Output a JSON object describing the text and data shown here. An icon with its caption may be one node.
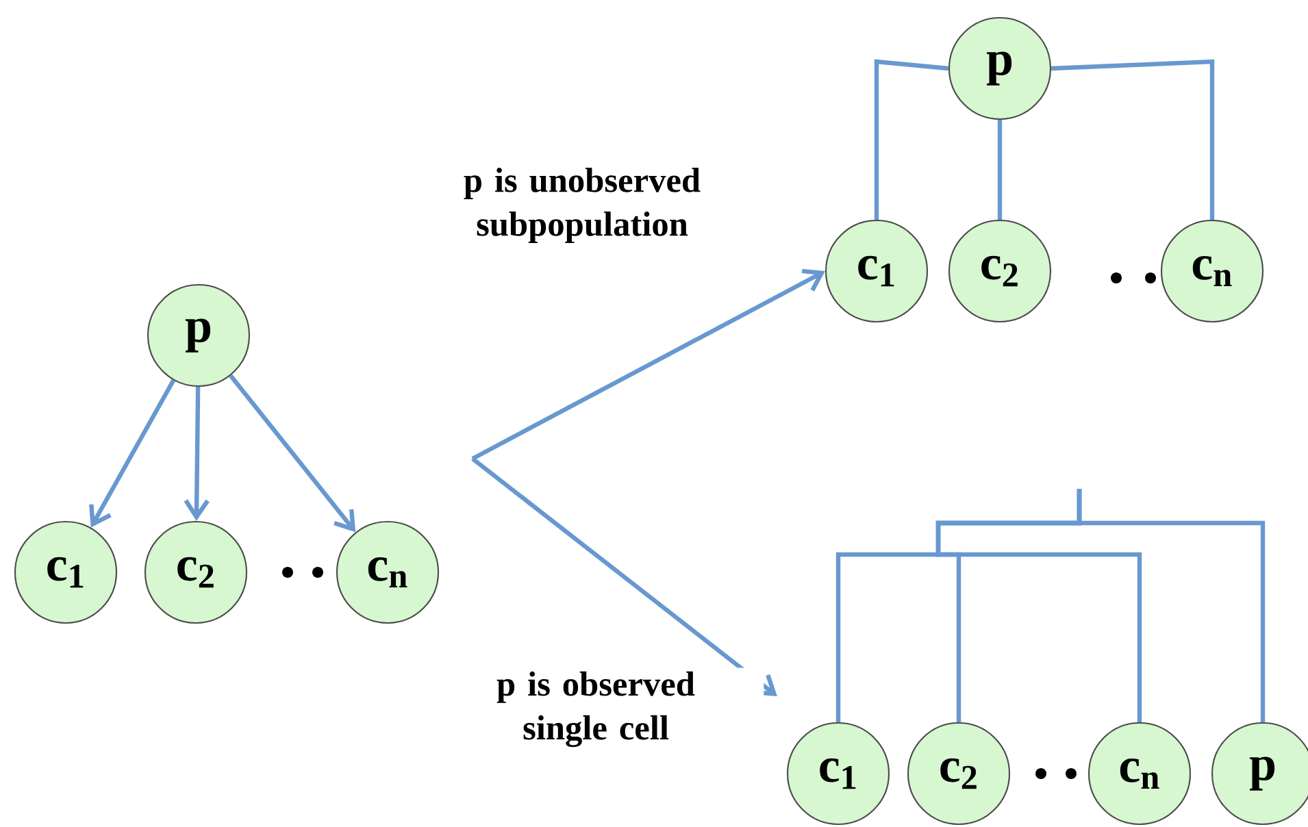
{
  "diagram": {
    "nodes": [
      {
        "text": [
          "p"
        ]
      },
      {
        "text": [
          "c$_{1}$"
        ]
      },
      {
        "text": [
          "c$_{2}$"
        ]
      },
      {
        "text": [
          "c$_{n}$"
        ]
      },
      {
        "text": [
          "p"
        ]
      },
      {
        "text": [
          "c$_{1}$"
        ]
      },
      {
        "text": [
          "c$_{2}$"
        ]
      },
      {
        "text": [
          "c$_{n}$"
        ]
      },
      {
        "text": [
          "c$_{1}$"
        ]
      },
      {
        "text": [
          "c$_{2}$"
        ]
      },
      {
        "text": [
          "c$_{n}$"
        ]
      },
      {
        "text": [
          "p"
        ]
      }
    ],
    "edges": [
      {
        "from": 0,
        "to": 1,
        "arrow": "to"
      },
      {
        "from": 0,
        "to": 2,
        "arrow": "to"
      },
      {
        "from": 0,
        "to": 3,
        "arrow": "to"
      },
      {
        "from": 4,
        "to": 5,
        "arrow": "none"
      },
      {
        "from": 4,
        "to": 6,
        "arrow": "none"
      },
      {
        "from": 4,
        "to": 7,
        "arrow": "none"
      },
      {
        "from": null,
        "to": 8,
        "arrow": "none"
      },
      {
        "from": null,
        "to": 9,
        "arrow": "none"
      },
      {
        "from": null,
        "to": 10,
        "arrow": "none"
      },
      {
        "from": null,
        "to": 11,
        "arrow": "none"
      },
      {
        "from": null,
        "to": 5,
        "arrow": "to",
        "label": "p is unobserved subpopulation"
      },
      {
        "from": null,
        "to": 8,
        "arrow": "to",
        "label": "p is observed single cell"
      }
    ]
  }
}
